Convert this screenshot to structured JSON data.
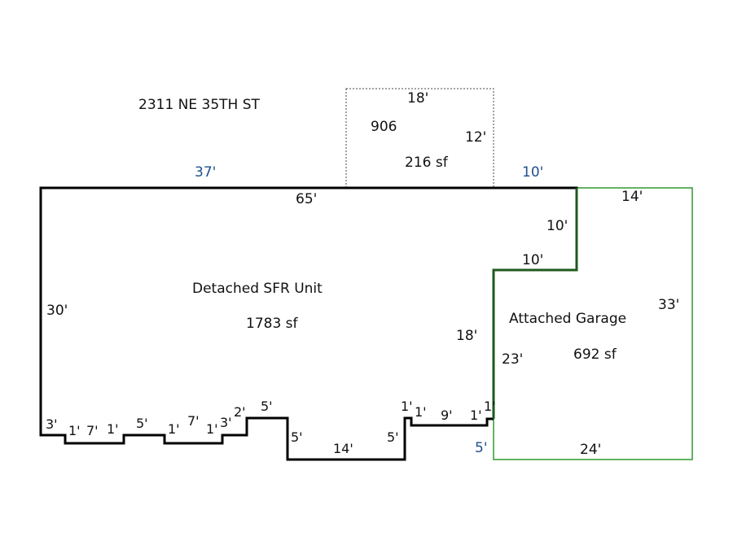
{
  "address": "2311 NE 35TH ST",
  "areas": {
    "porch": {
      "code": "906",
      "area": "216 sf",
      "dims": [
        "18'",
        "12'"
      ]
    },
    "house": {
      "name": "Detached SFR Unit",
      "area": "1783 sf"
    },
    "garage": {
      "name": "Attached Garage",
      "area": "692 sf"
    }
  },
  "labels": {
    "top_left": "37'",
    "top_right": "10'",
    "top_main": "65'",
    "left": "30'",
    "g_top": "14'",
    "g_step_v": "10'",
    "g_step_h": "10'",
    "g_right": "33'",
    "g_left": "23'",
    "g_bottom": "24'",
    "g_small": "5'",
    "house_right": "18'",
    "b1": "3'",
    "b2": "1'",
    "b3": "7'",
    "b4": "1'",
    "b5": "5'",
    "b6": "1'",
    "b7": "7'",
    "b8": "1'",
    "b9": "3'",
    "b10": "2'",
    "b11": "5'",
    "b12": "5'",
    "b13": "14'",
    "b14": "5'",
    "b15": "1'",
    "b16": "1'",
    "b17": "9'",
    "b18": "1'",
    "b19": "1'"
  },
  "colors": {
    "house": "#000000",
    "garage": "#2e9a2e",
    "shared": "#1e5a1e",
    "blue_label": "#1f4e8c"
  }
}
